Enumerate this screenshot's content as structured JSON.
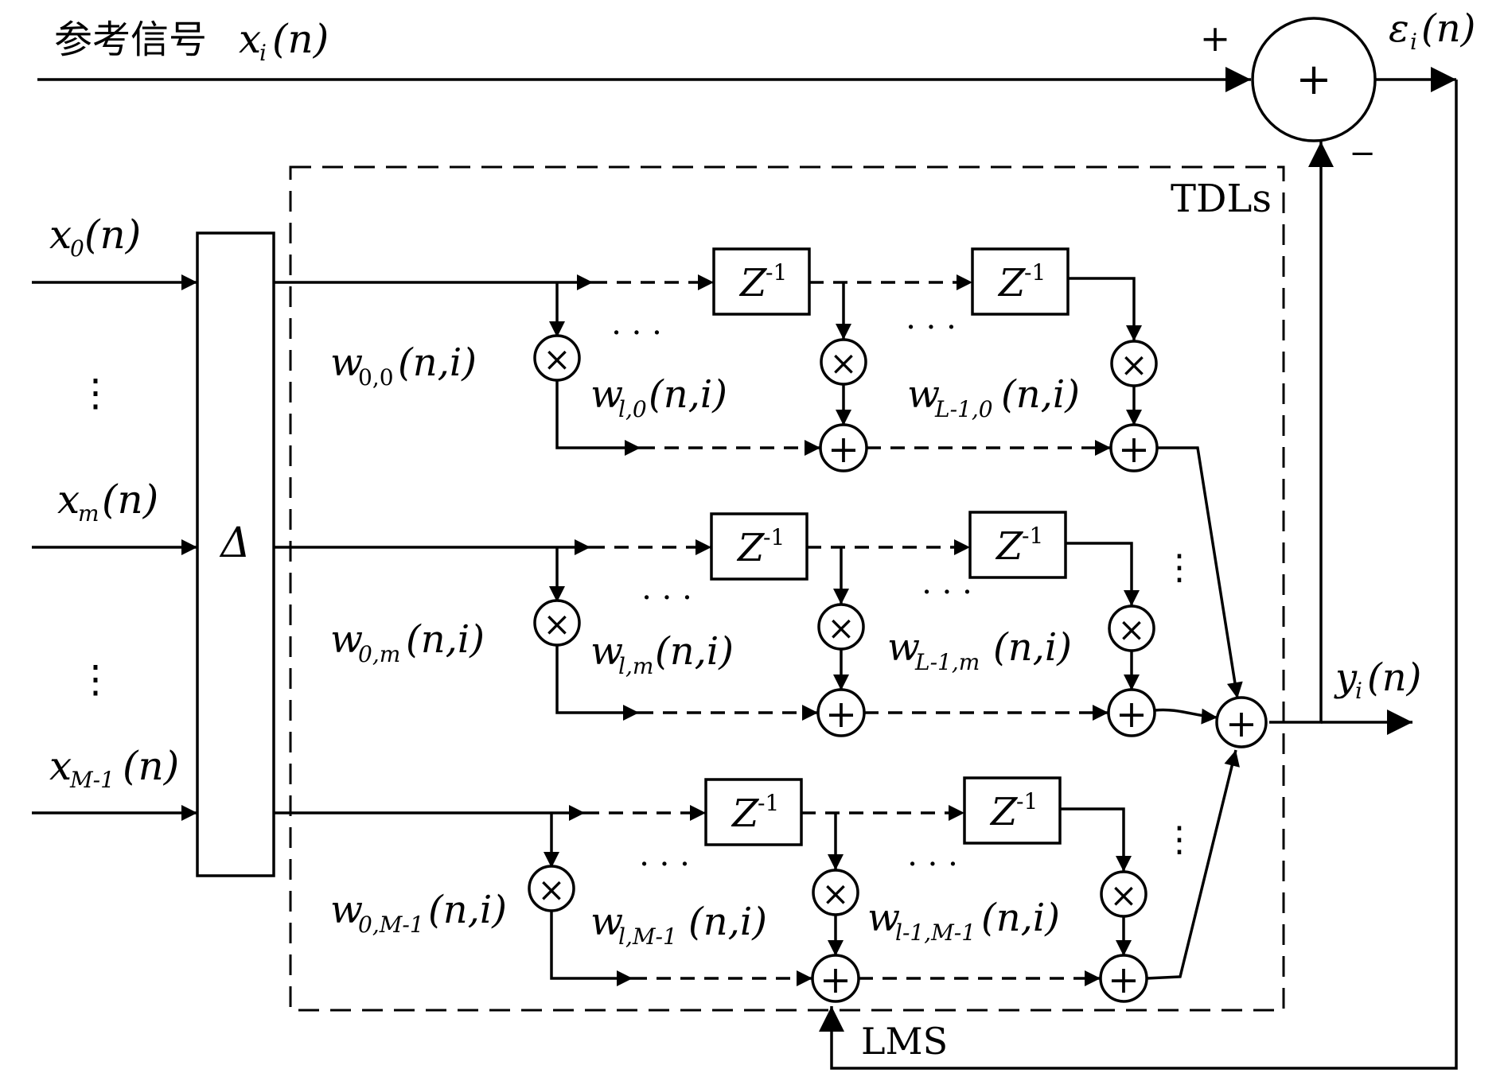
{
  "reference": {
    "label": "参考信号",
    "var": "x",
    "sub": "i",
    "arg": "(n)"
  },
  "sum_top": {
    "plus_in": "+",
    "minus_in": "−",
    "symbol": "+"
  },
  "error": {
    "var": "ε",
    "sub": "i",
    "arg": "(n)"
  },
  "output": {
    "var": "y",
    "sub": "i",
    "arg": "(n)"
  },
  "tdl_label": "TDLs",
  "delta": "Δ",
  "lms": "LMS",
  "delay": {
    "base": "Z",
    "exp": "-1"
  },
  "ops": {
    "mul": "×",
    "add": "+"
  },
  "dots": "· · ·",
  "vdots": "⋮",
  "inputs": [
    {
      "var": "x",
      "sub": "0",
      "arg": "(n)"
    },
    {
      "var": "x",
      "sub": "m",
      "arg": "(n)"
    },
    {
      "var": "x",
      "sub": "M-1",
      "arg": "(n)"
    }
  ],
  "weights": [
    [
      {
        "var": "w",
        "sub": "0,0",
        "arg": "(n,i)"
      },
      {
        "var": "w",
        "sub": "l,0",
        "arg": "(n,i)"
      },
      {
        "var": "w",
        "sub": "L-1,0",
        "arg": "(n,i)"
      }
    ],
    [
      {
        "var": "w",
        "sub": "0,m",
        "arg": "(n,i)"
      },
      {
        "var": "w",
        "sub": "l,m",
        "arg": "(n,i)"
      },
      {
        "var": "w",
        "sub": "L-1,m",
        "arg": "(n,i)"
      }
    ],
    [
      {
        "var": "w",
        "sub": "0,M-1",
        "arg": "(n,i)"
      },
      {
        "var": "w",
        "sub": "l,M-1",
        "arg": "(n,i)"
      },
      {
        "var": "w",
        "sub": "l-1,M-1",
        "arg": "(n,i)"
      }
    ]
  ]
}
